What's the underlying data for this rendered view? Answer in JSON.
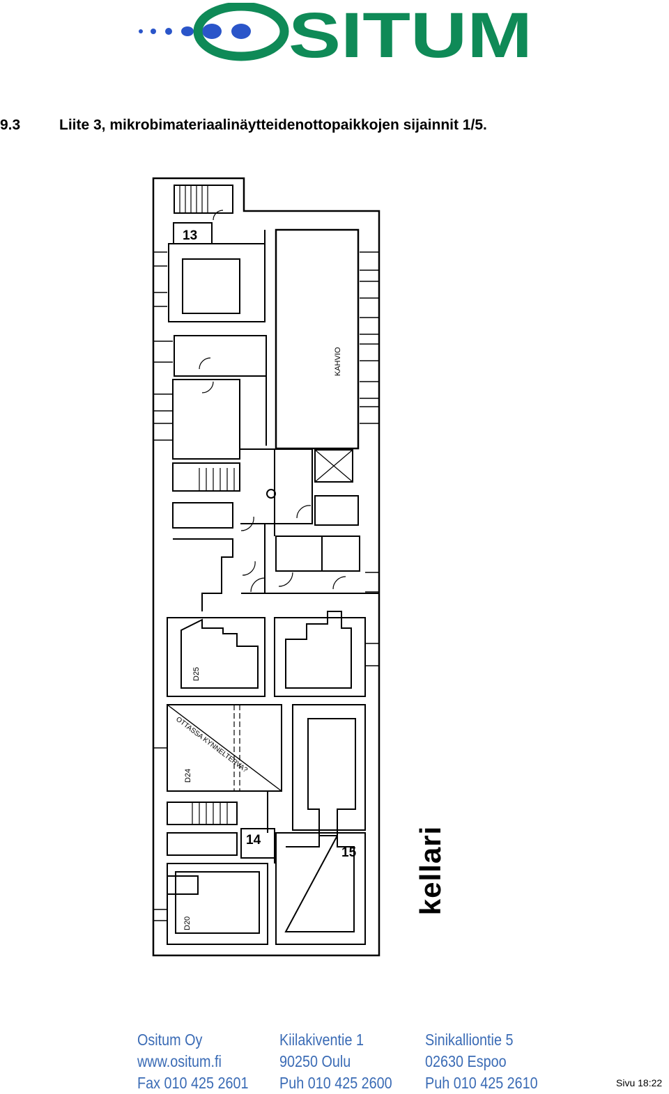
{
  "logo": {
    "text": "OSITUM",
    "color_blue": "#2a55c9",
    "color_green": "#0f8a57"
  },
  "heading": {
    "number": "9.3",
    "title": "Liite 3, mikrobimateriaalinäytteidenottopaikkojen sijainnit 1/5."
  },
  "plan": {
    "room_labels": [
      "13",
      "14",
      "15"
    ],
    "small_labels": [
      "KAHVIO",
      "D25",
      "D24",
      "D20",
      "OTTASSA KYNNELTERVA?"
    ],
    "floor_label": "kellari"
  },
  "footer": {
    "col1": [
      "Ositum Oy",
      "www.ositum.fi",
      "Fax 010 425 2601"
    ],
    "col2": [
      "Kiilakiventie 1",
      "90250 Oulu",
      "Puh 010 425 2600"
    ],
    "col3": [
      "Sinikalliontie 5",
      "02630 Espoo",
      "Puh 010 425 2610"
    ]
  },
  "page": {
    "sivu": "Sivu 18:22"
  }
}
